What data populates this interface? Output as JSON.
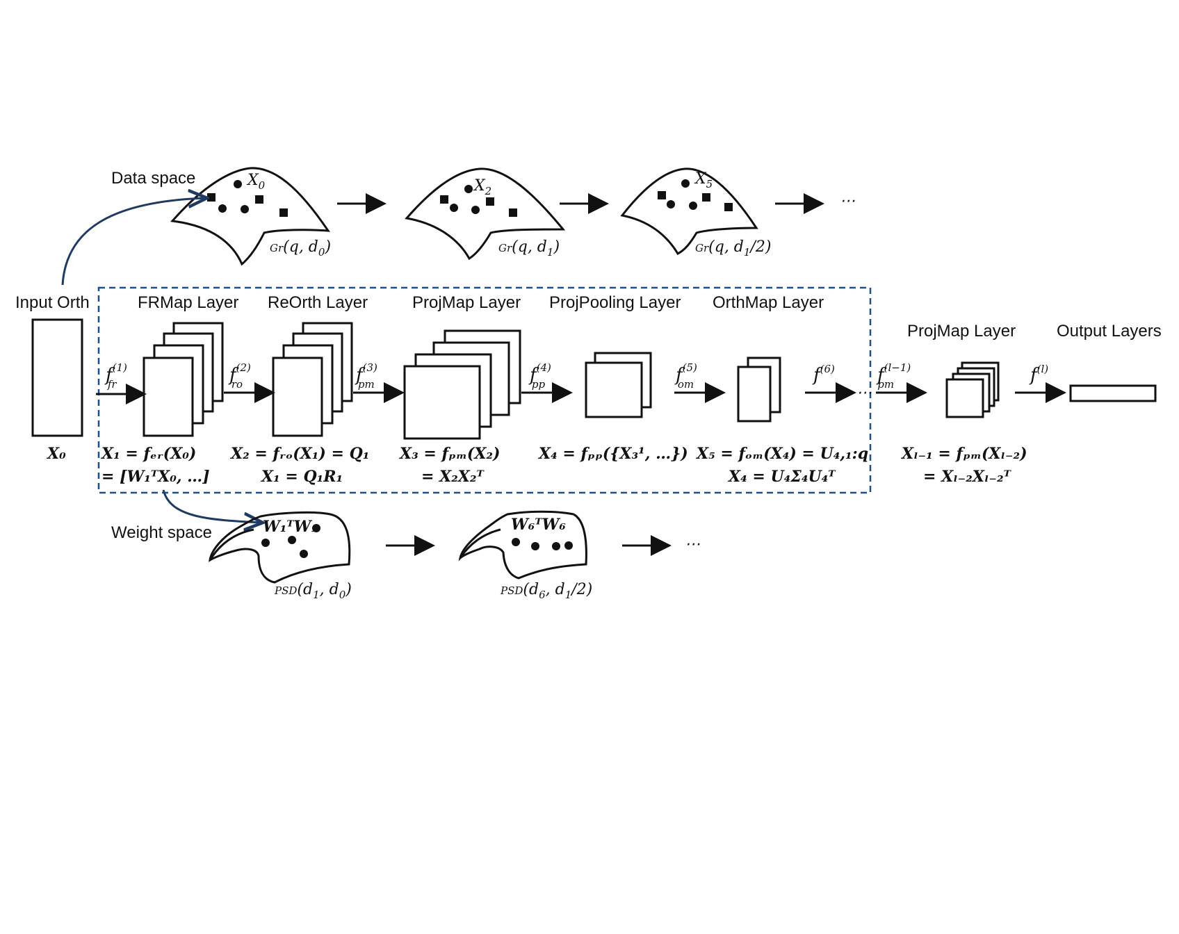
{
  "labels": {
    "data_space": "Data space",
    "weight_space": "Weight space",
    "input_orth": "Input Orth",
    "frmap_layer": "FRMap Layer",
    "reorth_layer": "ReOrth Layer",
    "projmap_layer": "ProjMap Layer",
    "projpooling_layer": "ProjPooling Layer",
    "orthmap_layer": "OrthMap Layer",
    "projmap_layer_2": "ProjMap Layer",
    "output_layers": "Output Layers",
    "ellipsis": "⋯"
  },
  "manifolds": {
    "gr0": {
      "point": "X",
      "point_sub": "0",
      "name": "Gr",
      "args": "(q, d",
      "args_sub": "0",
      "args_end": ")"
    },
    "gr1": {
      "point": "X",
      "point_sub": "2",
      "name": "Gr",
      "args": "(q, d",
      "args_sub": "1",
      "args_end": ")"
    },
    "gr2": {
      "point": "X",
      "point_sub": "5",
      "name": "Gr",
      "args": "(q, d",
      "args_sub": "1",
      "args_end": "/2)"
    },
    "psd0": {
      "name": "PSD",
      "args": "(d",
      "args_sub": "1",
      "args_mid": ", d",
      "args_sub2": "0",
      "args_end": ")"
    },
    "psd1": {
      "name": "PSD",
      "args": "(d",
      "args_sub": "6",
      "args_mid": ", d",
      "args_sub2": "1",
      "args_end": "/2)"
    }
  },
  "functions": {
    "f1": {
      "base": "f",
      "sub": "fr",
      "sup": "(1)"
    },
    "f2": {
      "base": "f",
      "sub": "ro",
      "sup": "(2)"
    },
    "f3": {
      "base": "f",
      "sub": "pm",
      "sup": "(3)"
    },
    "f4": {
      "base": "f",
      "sub": "pp",
      "sup": "(4)"
    },
    "f5": {
      "base": "f",
      "sub": "om",
      "sup": "(5)"
    },
    "f6": {
      "base": "f",
      "sup": "(6)"
    },
    "fl1": {
      "base": "f",
      "sub": "pm",
      "sup": "(l−1)"
    },
    "fl": {
      "base": "f",
      "sup": "(l)"
    }
  },
  "equations": {
    "x0": "X₀",
    "x1_line1": "X₁ = fₑᵣ(X₀)",
    "x1_line2": "= [W₁ᵀX₀, …]",
    "x2_line1": "X₂ = fᵣₒ(X₁) = Q₁",
    "x2_line2": "X₁ = Q₁R₁",
    "x3_line1": "X₃ = fₚₘ(X₂)",
    "x3_line2": "= X₂X₂ᵀ",
    "x4_line1": "X₄ = fₚₚ({X₃¹, …})",
    "x5_line1": "X₅ = fₒₘ(X₄) = U₄,₁:q",
    "x5_line2": "X₄ = U₄Σ₄U₄ᵀ",
    "xl_line1": "Xₗ₋₁ = fₚₘ(Xₗ₋₂)",
    "xl_line2": "= Xₗ₋₂Xₗ₋₂ᵀ",
    "w1": "W₁ᵀW₁",
    "w6": "W₆ᵀW₆"
  },
  "colors": {
    "ink": "#111111",
    "dashed_box": "#1f4e8c",
    "curve_arrow": "#1f3b63"
  }
}
